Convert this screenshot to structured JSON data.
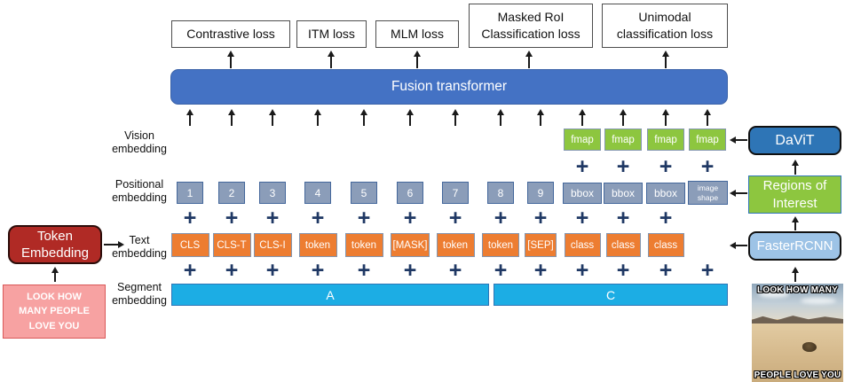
{
  "losses": [
    {
      "label": "Contrastive loss"
    },
    {
      "label": "ITM loss"
    },
    {
      "label": "MLM loss"
    },
    {
      "label": "Masked RoI\nClassification loss"
    },
    {
      "label": "Unimodal\nclassification loss"
    }
  ],
  "fusion_label": "Fusion transformer",
  "row_labels": {
    "vision": "Vision\nembedding",
    "positional": "Positional\nembedding",
    "text": "Text\nembedding",
    "segment": "Segment\nembedding"
  },
  "vision_cells": [
    "fmap",
    "fmap",
    "fmap",
    "fmap"
  ],
  "positional_cells": [
    "1",
    "2",
    "3",
    "4",
    "5",
    "6",
    "7",
    "8",
    "9",
    "bbox",
    "bbox",
    "bbox",
    "image\nshape"
  ],
  "text_cells": [
    "CLS",
    "CLS-T",
    "CLS-I",
    "token",
    "token",
    "[MASK]",
    "token",
    "token",
    "[SEP]",
    "class",
    "class",
    "class"
  ],
  "segments": [
    {
      "label": "A"
    },
    {
      "label": "C"
    }
  ],
  "plus_sign": "+",
  "left_panel": {
    "token_embedding_label": "Token\nEmbedding",
    "input_text": "LOOK HOW\nMANY PEOPLE\nLOVE YOU"
  },
  "right_panel": {
    "davit_label": "DaViT",
    "roi_label": "Regions of\nInterest",
    "faster_rcnn_label": "FasterRCNN",
    "meme_top_text": "LOOK HOW MANY",
    "meme_bottom_text": "PEOPLE LOVE YOU"
  },
  "colors": {
    "fusion_blue": "#4472C4",
    "cell_orange": "#ED7D31",
    "cell_gray_blue": "#8B9DB9",
    "cell_green": "#8DC63F",
    "segment_cyan": "#1CADE4",
    "davit_blue": "#2E75B6",
    "faster_rcnn_blue": "#9DC3E6",
    "token_embedding_red": "#B02A25",
    "caption_pink": "#F7A2A2",
    "plus_navy": "#1F3864"
  }
}
